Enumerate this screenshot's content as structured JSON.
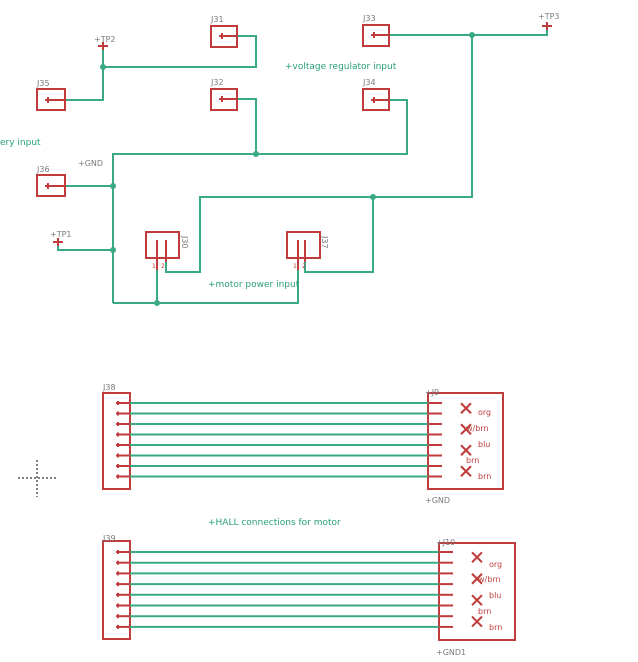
{
  "theme": {
    "net": "#3aaa86",
    "part": "#c03b3b",
    "label": "#7a7a7a"
  },
  "labels": {
    "tp2": "+TP2",
    "tp3": "+TP3",
    "tp1": "+TP1",
    "j1": "J31",
    "j2": "J33",
    "j3": "J32",
    "j4": "J34",
    "j5": "J35",
    "j6": "J36",
    "j7": "J30",
    "j8": "J37",
    "gnd_top": "+GND",
    "gnd_mid": "+GND",
    "gnd_bot": "+GND1",
    "hdr_top": "J38",
    "hdr_bot": "J39",
    "conn_top": "+J9",
    "conn_bot": "+J10"
  },
  "net_labels": {
    "voltage_regulator_input": "+voltage regulator input",
    "battery_input": "ery input",
    "motor_power_input": "+motor power input",
    "connections_for_motor": "+HALL connections for motor"
  },
  "connector_top_signals": [
    "org",
    "w/brn",
    "blu",
    "brn",
    "brn"
  ],
  "connector_bot_signals": [
    "org",
    "w/brn",
    "blu",
    "brn",
    "brn"
  ]
}
